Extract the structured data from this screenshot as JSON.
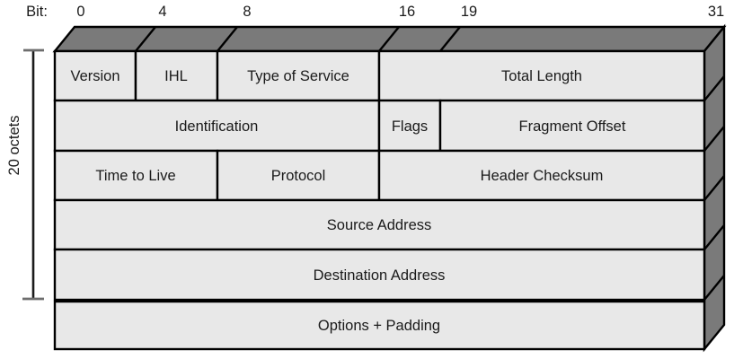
{
  "bit_ruler": {
    "label": "Bit:",
    "ticks": [
      "0",
      "4",
      "8",
      "16",
      "19",
      "31"
    ]
  },
  "side_label": "20 octets",
  "fields": {
    "version": "Version",
    "ihl": "IHL",
    "type_of_service": "Type of Service",
    "total_length": "Total Length",
    "identification": "Identification",
    "flags": "Flags",
    "fragment_offset": "Fragment Offset",
    "time_to_live": "Time to Live",
    "protocol": "Protocol",
    "header_checksum": "Header Checksum",
    "source_address": "Source Address",
    "destination_address": "Destination Address",
    "options_padding": "Options + Padding"
  },
  "colors": {
    "cell_fill": "#e8e8e8",
    "face_fill": "#7a7a7a",
    "border": "#000000",
    "text": "#1a1a1a",
    "background": "#ffffff"
  }
}
